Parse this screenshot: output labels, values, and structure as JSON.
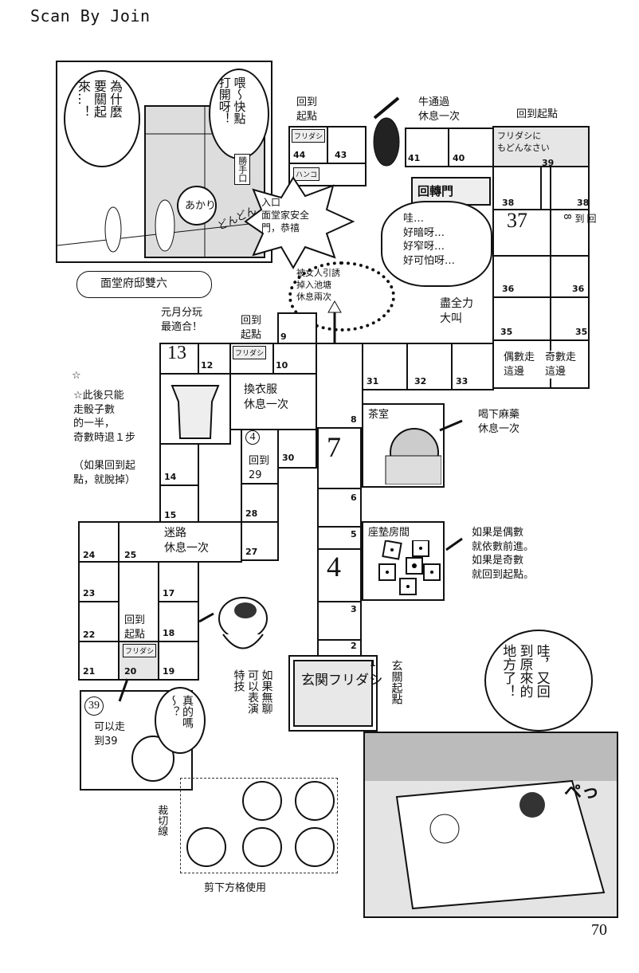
{
  "page": {
    "scan_credit": "Scan By Join",
    "page_number": "70",
    "board_title": "面堂府邸雙六"
  },
  "start": {
    "label": "玄關起點",
    "card": "玄関フリダシ",
    "num": "1"
  },
  "squares": {
    "n2": "2",
    "n3": "3",
    "n5": "5",
    "n6": "6",
    "n8": "8",
    "n9": "9",
    "n10": "10",
    "n12": "12",
    "n14": "14",
    "n15": "15",
    "n17": "17",
    "n18": "18",
    "n19": "19",
    "n20": "20",
    "n21": "21",
    "n22": "22",
    "n23": "23",
    "n24": "24",
    "n25": "25",
    "n27": "27",
    "n28": "28",
    "n30": "30",
    "n31": "31",
    "n32": "32",
    "n33": "33",
    "n35a": "35",
    "n35b": "35",
    "n36a": "36",
    "n36b": "36",
    "n37": "37",
    "n38a": "38",
    "n38b": "38",
    "n39": "39",
    "n40": "40",
    "n41": "41",
    "n43": "43",
    "n44": "44"
  },
  "big": {
    "b13": "13",
    "b7": "7",
    "b4": "4",
    "b37": "37",
    "b4c": "4",
    "b39": "39"
  },
  "labels": {
    "back_to_start_a": "回到\n起點",
    "back_to_start_b": "回到起點",
    "back_to_start_c": "回到\n起點",
    "back_to_start_d": "回到\n起點",
    "back_to_8": "回\n到\n8",
    "back_to_29": "回到\n29",
    "to_39": "可以走\n到39",
    "cow": "牛通過\n休息一次",
    "entrance": "入口\n面堂家安全\n門，恭禧",
    "revolve_door": "回轉門",
    "scared": "哇…\n好暗呀…\n好窄呀…\n好可怕呀…",
    "pond": "被女人引誘\n掉入池塘\n休息兩次",
    "shout": "盡全力\n大叫",
    "even_go": "偶數走\n這邊",
    "odd_go": "奇數走\n這邊",
    "new_year": "元月分玩\n最適合！",
    "change_clothes": "換衣服\n休息一次",
    "half_dice": "☆此後只能\n走骰子數\n的一半，\n奇數時退１步",
    "if_start": "（如果回到起\n點，就脫掉）",
    "tea_room": "茶室",
    "anesthetic": "喝下麻藥\n休息一次",
    "study_room": "座墊房間",
    "even_odd": "如果是偶數\n就依數前進。\n如果是奇數\n就回到起點。",
    "lost": "迷路\n休息一次",
    "bored": "如果無聊\n可以表演\n特技",
    "cut_line": "裁切線",
    "cut_caption": "剪下方格使用",
    "star": "☆"
  },
  "comic": {
    "b1": "為什麼\n要關起\n來…！",
    "b2": "喂～快點\n打開呀！",
    "b3": "哇，又回\n到原來的\n地方了！",
    "b4": "真的嗎\n～？",
    "sign": "勝手口",
    "sfx": "どんどん",
    "gate": "あかり",
    "pe": "ペっ"
  },
  "tags": {
    "furidashi": "フリダシ",
    "furidashi_back": "フリダシに\nもどんなさい",
    "hanko": "ハンコ"
  }
}
